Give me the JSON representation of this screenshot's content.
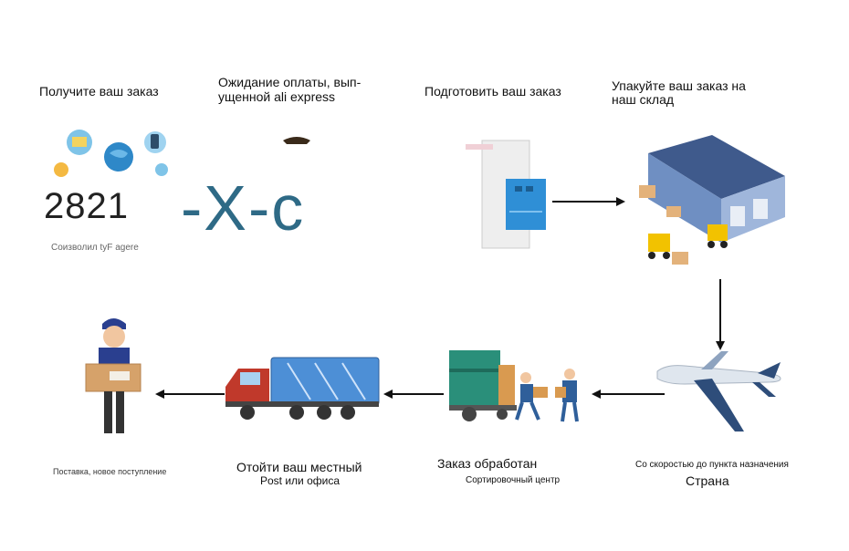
{
  "steps": {
    "receive": "Получите ваш заказ",
    "payment_line1": "Ожидание оплаты, вып-",
    "payment_line2": "ущенной ali express",
    "prepare": "Подготовить ваш заказ",
    "pack_line1": "Упакуйте ваш заказ на",
    "pack_line2": "наш склад",
    "delivery": "Поставка, новое поступление",
    "local_line1": "Отойти ваш местный",
    "local_line2": "Post или офиса",
    "processed": "Заказ обработан",
    "sorting": "Сортировочный центр",
    "speed": "Со скоростью до пункта назначения",
    "country": "Страна"
  },
  "overlay": {
    "number": "2821",
    "caption": "Соизволил tyF agere",
    "code": "-X-c"
  },
  "colors": {
    "truck_body": "#4d8fd6",
    "truck_cab": "#c0392b",
    "warehouse_roof": "#3f5a8c",
    "code_text": "#2e6a86",
    "arrow": "#111111"
  }
}
